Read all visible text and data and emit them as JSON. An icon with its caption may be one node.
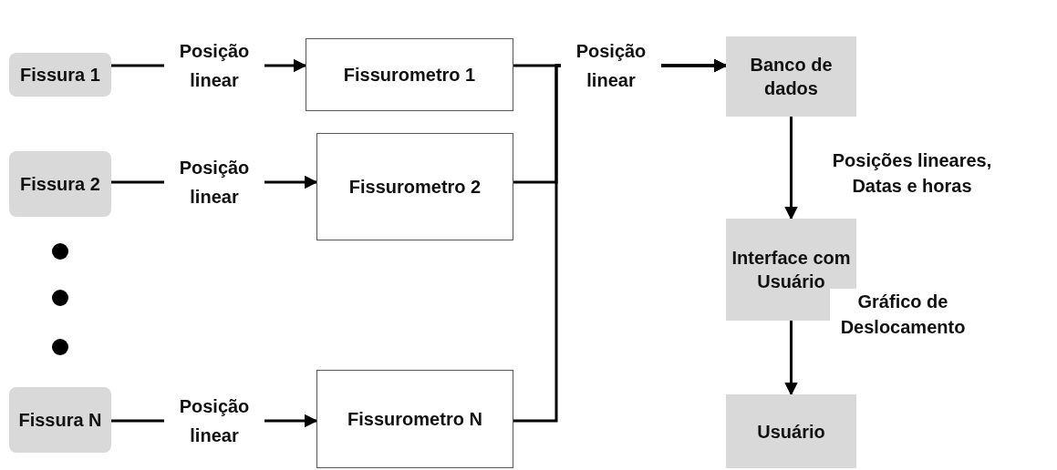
{
  "diagram": {
    "nodes": [
      {
        "text": [
          "Fissura 1"
        ]
      },
      {
        "text": [
          "Fissurometro 1"
        ]
      },
      {
        "text": [
          "Banco de dados"
        ]
      },
      {
        "text": [
          "Fissura 2"
        ]
      },
      {
        "text": [
          "Fissurometro 2"
        ]
      },
      {
        "text": [
          "Interface com Usuário"
        ]
      },
      {
        "text": [
          "Fissura N"
        ]
      },
      {
        "text": [
          "Fissurometro N"
        ]
      },
      {
        "text": [
          "Usuário"
        ]
      }
    ],
    "edges": [
      {
        "from": 0,
        "to": 1,
        "arrow": "to",
        "label": "Posição linear"
      },
      {
        "from": 3,
        "to": 4,
        "arrow": "to",
        "label": "Posição linear"
      },
      {
        "from": 6,
        "to": 7,
        "arrow": "to",
        "label": "Posição linear"
      },
      {
        "from": 1,
        "to": 2,
        "arrow": "to",
        "label": "Posição linear"
      },
      {
        "from": 4,
        "to": 2,
        "arrow": "to"
      },
      {
        "from": 7,
        "to": 2,
        "arrow": "to"
      },
      {
        "from": 2,
        "to": 5,
        "arrow": "to",
        "label": "Posições lineares, Datas e horas"
      },
      {
        "from": 5,
        "to": 8,
        "arrow": "to",
        "label": "Gráfico de Deslocamento"
      }
    ]
  }
}
